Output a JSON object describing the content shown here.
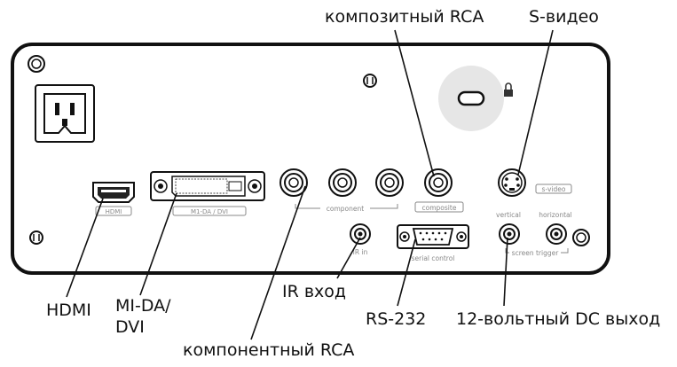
{
  "callouts": {
    "composite_rca": "композитный RCA",
    "s_video": "S-видео",
    "hdmi": "HDMI",
    "mi_da_line1": "MI-DA/",
    "mi_da_line2": "DVI",
    "ir_in": "IR вход",
    "rs232": "RS-232",
    "dc_out": "12-вольтный DC выход",
    "component_rca": "компонентный RCA"
  },
  "panel_labels": {
    "hdmi": "HDMI",
    "m1_da_dvi": "M1-DA / DVI",
    "component": "component",
    "composite": "composite",
    "s_video": "s-video",
    "ir_in": "IR in",
    "serial_control": "serial control",
    "vertical": "vertical",
    "horizontal": "horizontal",
    "screen_trigger": "screen trigger"
  },
  "colors": {
    "panel_fill": "#ffffff",
    "panel_stroke": "#111111",
    "lock_disc": "#e6e6e6",
    "label_gray": "#888888",
    "leader": "#111111"
  },
  "icons": {
    "lock": "padlock-icon",
    "screw": "screw-icon"
  }
}
